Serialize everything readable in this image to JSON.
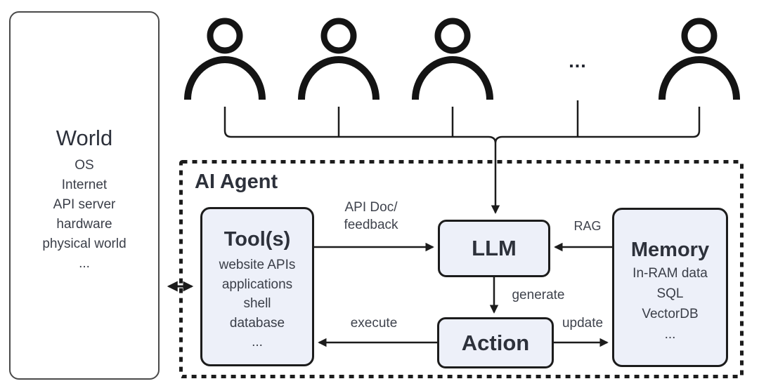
{
  "colors": {
    "box_fill": "#edf0f9",
    "box_border": "#1c1c1c",
    "arrow": "#1c1c1c",
    "title_text": "#2d313b",
    "body_text": "#3a3e48",
    "world_border": "#4a4a4a"
  },
  "world": {
    "title": "World",
    "items": [
      "OS",
      "Internet",
      "API server",
      "hardware",
      "physical world",
      "..."
    ]
  },
  "users": {
    "ellipsis": "..."
  },
  "agent": {
    "label": "AI Agent"
  },
  "tools": {
    "title": "Tool(s)",
    "items": [
      "website APIs",
      "applications",
      "shell",
      "database",
      "..."
    ]
  },
  "llm": {
    "title": "LLM"
  },
  "memory": {
    "title": "Memory",
    "items": [
      "In-RAM data",
      "SQL",
      "VectorDB",
      "..."
    ]
  },
  "action": {
    "title": "Action"
  },
  "edges": {
    "api_doc_line1": "API Doc/",
    "api_doc_line2": "feedback",
    "rag": "RAG",
    "generate": "generate",
    "execute": "execute",
    "update": "update"
  }
}
